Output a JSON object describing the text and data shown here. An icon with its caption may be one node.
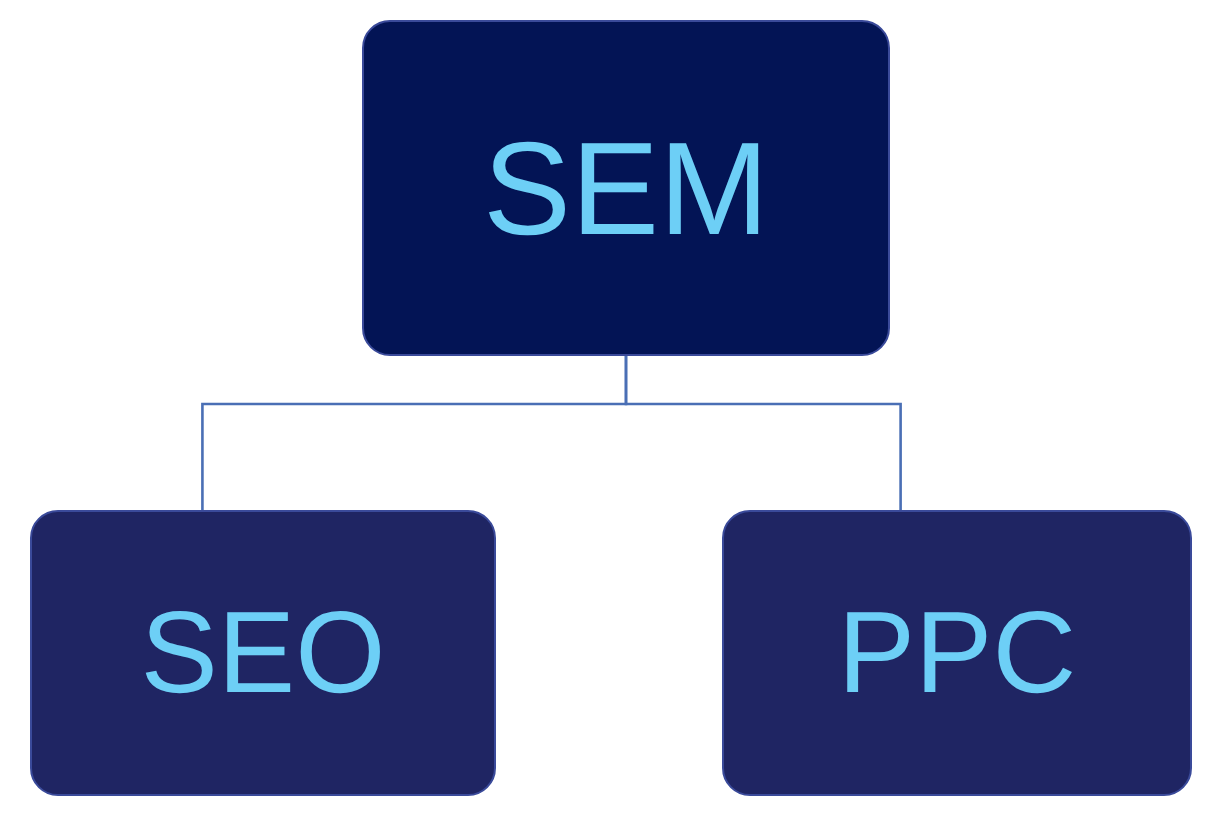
{
  "diagram": {
    "nodes": [
      {
        "text": [
          "SEM"
        ]
      },
      {
        "text": [
          "SEO"
        ]
      },
      {
        "text": [
          "PPC"
        ]
      }
    ],
    "edges": [
      {
        "from": 0,
        "to": 1,
        "arrow": "none"
      },
      {
        "from": 0,
        "to": 2,
        "arrow": "none"
      }
    ]
  }
}
